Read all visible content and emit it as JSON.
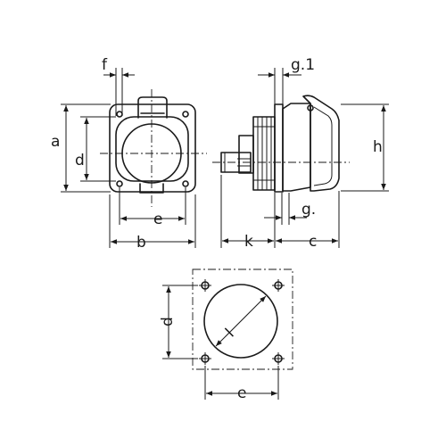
{
  "labels": {
    "a": "a",
    "b": "b",
    "c": "c",
    "d": "d",
    "e": "e",
    "f": "f",
    "g": "g.",
    "g1": "g.1",
    "h": "h",
    "k": "k",
    "l": "l",
    "d_cutout": "d",
    "e_cutout": "e"
  },
  "colors": {
    "line": "#1a1a1a",
    "background": "#ffffff"
  }
}
